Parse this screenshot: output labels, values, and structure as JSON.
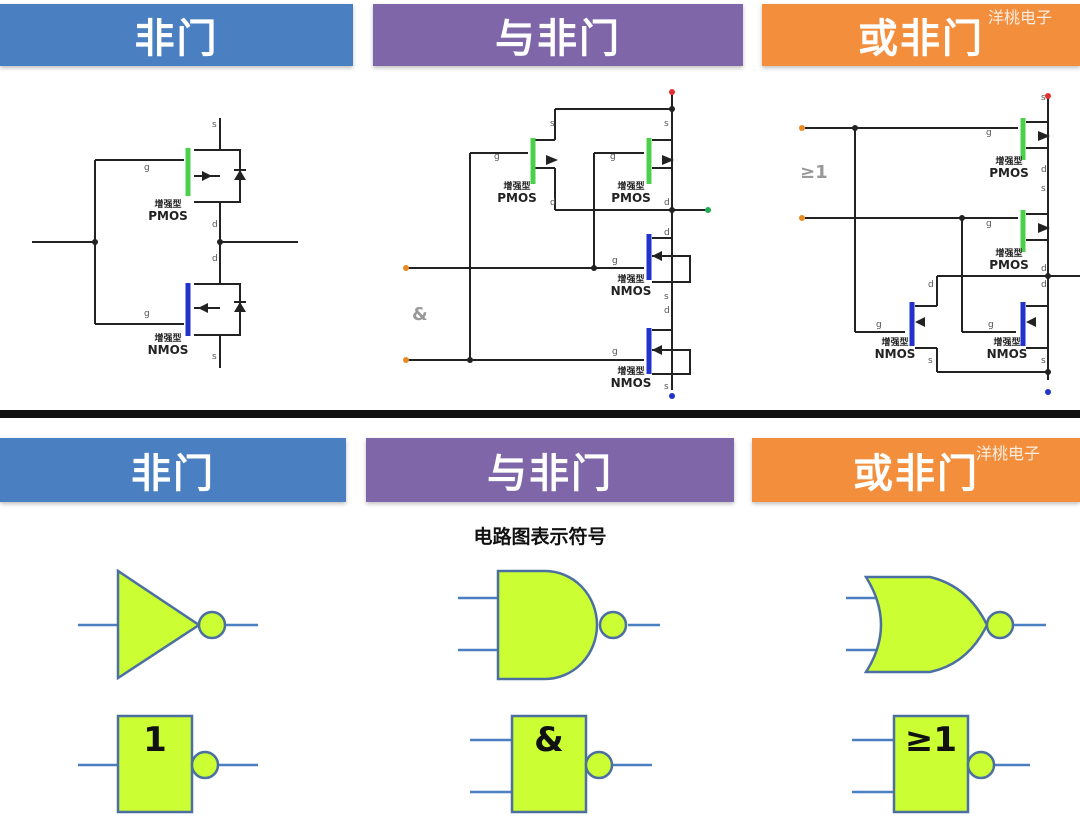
{
  "top_banners": {
    "not": "非门",
    "nand": "与非门",
    "nor": "或非门"
  },
  "bottom_banners": {
    "not": "非门",
    "nand": "与非门",
    "nor": "或非门"
  },
  "watermark": "洋桃电子",
  "transistor_labels": {
    "type_enhanced": "增强型",
    "pmos": "PMOS",
    "nmos": "NMOS"
  },
  "pins": {
    "g": "g",
    "s": "s",
    "d": "d"
  },
  "symbols": {
    "and_sign": "&",
    "or_sign": "≥1",
    "not_sign": "1"
  },
  "caption": "电路图表示符号",
  "colors": {
    "blue": "#4a7fc1",
    "purple": "#7e66a8",
    "orange": "#f28e3c",
    "gate_fill": "#ccff33",
    "wire": "#4a7fc1"
  }
}
